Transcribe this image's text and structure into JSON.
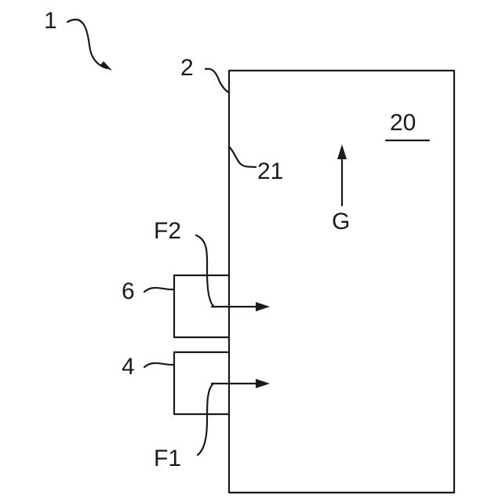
{
  "labels": {
    "assembly": "1",
    "main_body": "2",
    "interior": "20",
    "side_face": "21",
    "gravity": "G",
    "upper_part": "6",
    "lower_part": "4",
    "force_upper": "F2",
    "force_lower": "F1"
  }
}
